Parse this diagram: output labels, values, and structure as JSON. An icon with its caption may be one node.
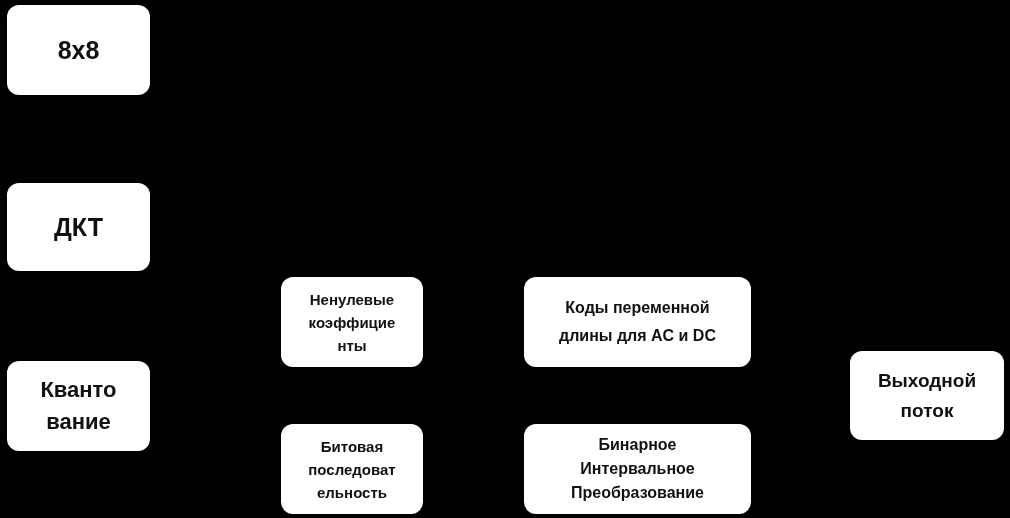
{
  "diagram": {
    "nodes": [
      {
        "text": [
          "8x8"
        ]
      },
      {
        "text": [
          "ДКТ"
        ]
      },
      {
        "text": [
          "Кванто вание"
        ]
      },
      {
        "text": [
          "Ненулевые коэффицие нты"
        ]
      },
      {
        "text": [
          "Битовая последоват ельность"
        ]
      },
      {
        "text": [
          "Коды переменной длины для AC и DC"
        ]
      },
      {
        "text": [
          "Бинарное Интервальное Преобразование"
        ]
      },
      {
        "text": [
          "Выходной поток"
        ]
      }
    ]
  }
}
